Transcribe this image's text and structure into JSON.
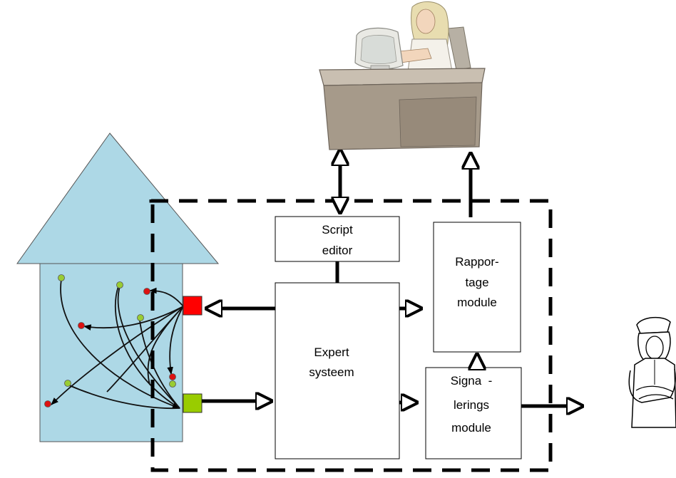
{
  "labels": {
    "script_editor": [
      "Script",
      "editor"
    ],
    "expert_system": [
      "Expert",
      "systeem"
    ],
    "report_module": [
      "Rappor-",
      "tage",
      "module"
    ],
    "signal_module": [
      "Signa  -",
      "lerings",
      "module"
    ]
  },
  "illustrations": {
    "operator": "woman-at-desk-computer-illustration",
    "nurse": "nurse-with-crossed-arms-illustration",
    "house": "house-with-sensors-illustration"
  },
  "colors": {
    "house_fill": "#add8e6",
    "sensor_red": "#ff0000",
    "sensor_green": "#99cc00",
    "dot_red": "#dd1111",
    "dot_green": "#99cc33",
    "dashed_border": "#000000"
  }
}
